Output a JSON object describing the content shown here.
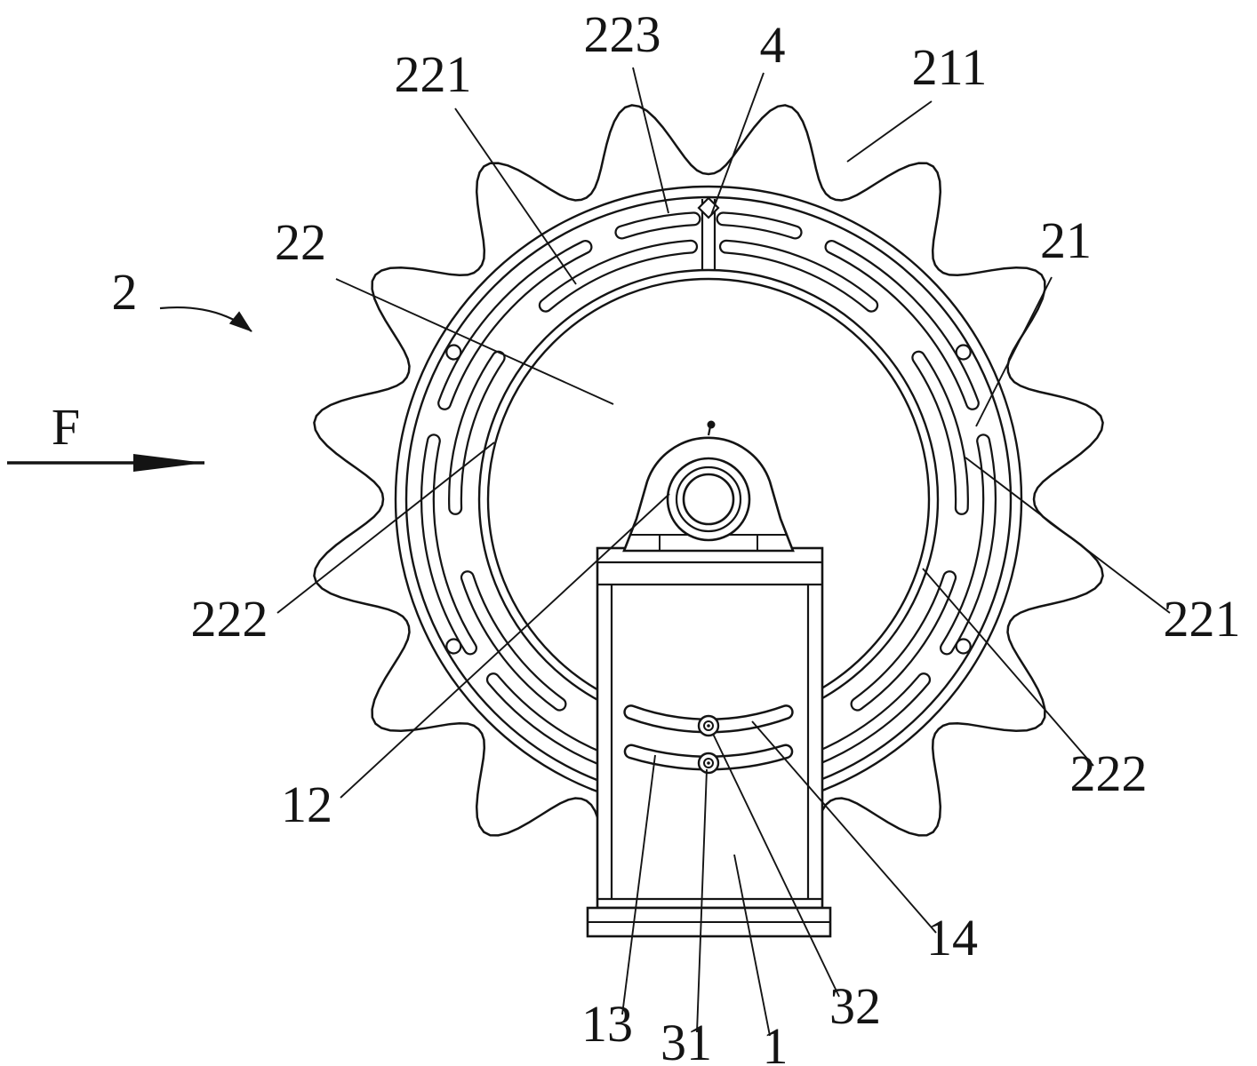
{
  "figure": {
    "type": "patent-line-drawing",
    "subject": "sprocket wheel with slotted damping ring mounted on a bearing bracket",
    "line_color": "#141414",
    "background_color": "#ffffff"
  },
  "labels": {
    "ref_223": "223",
    "ref_4": "4",
    "ref_221_top": "221",
    "ref_211": "211",
    "ref_22": "22",
    "ref_21": "21",
    "ref_2": "2",
    "force_arrow": "F",
    "ref_222_left": "222",
    "ref_221_right": "221",
    "ref_222_right": "222",
    "ref_12": "12",
    "ref_14": "14",
    "ref_32": "32",
    "ref_13": "13",
    "ref_31": "31",
    "ref_1": "1"
  }
}
